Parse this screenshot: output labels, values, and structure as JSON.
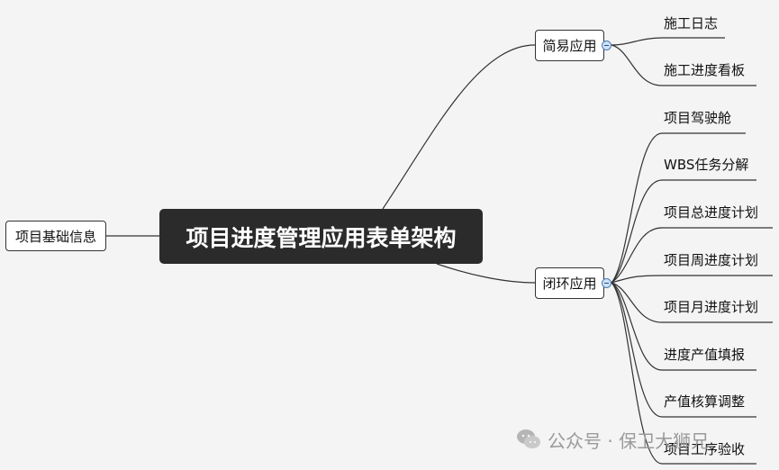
{
  "mindmap": {
    "root": "项目进度管理应用表单架构",
    "left_node": "项目基础信息",
    "branches": [
      {
        "label": "简易应用",
        "children": [
          "施工日志",
          "施工进度看板"
        ]
      },
      {
        "label": "闭环应用",
        "children": [
          "项目驾驶舱",
          "WBS任务分解",
          "项目总进度计划",
          "项目周进度计划",
          "项目月进度计划",
          "进度产值填报",
          "产值核算调整",
          "项目工序验收"
        ]
      }
    ]
  },
  "watermark": {
    "text": "公众号 · 保卫大狮兄",
    "icon": "wechat-icon"
  },
  "colors": {
    "background": "#f4f4f4",
    "root_fill": "#2b2b2b",
    "line": "#333333",
    "collapse_fill": "#cfe2f7"
  }
}
